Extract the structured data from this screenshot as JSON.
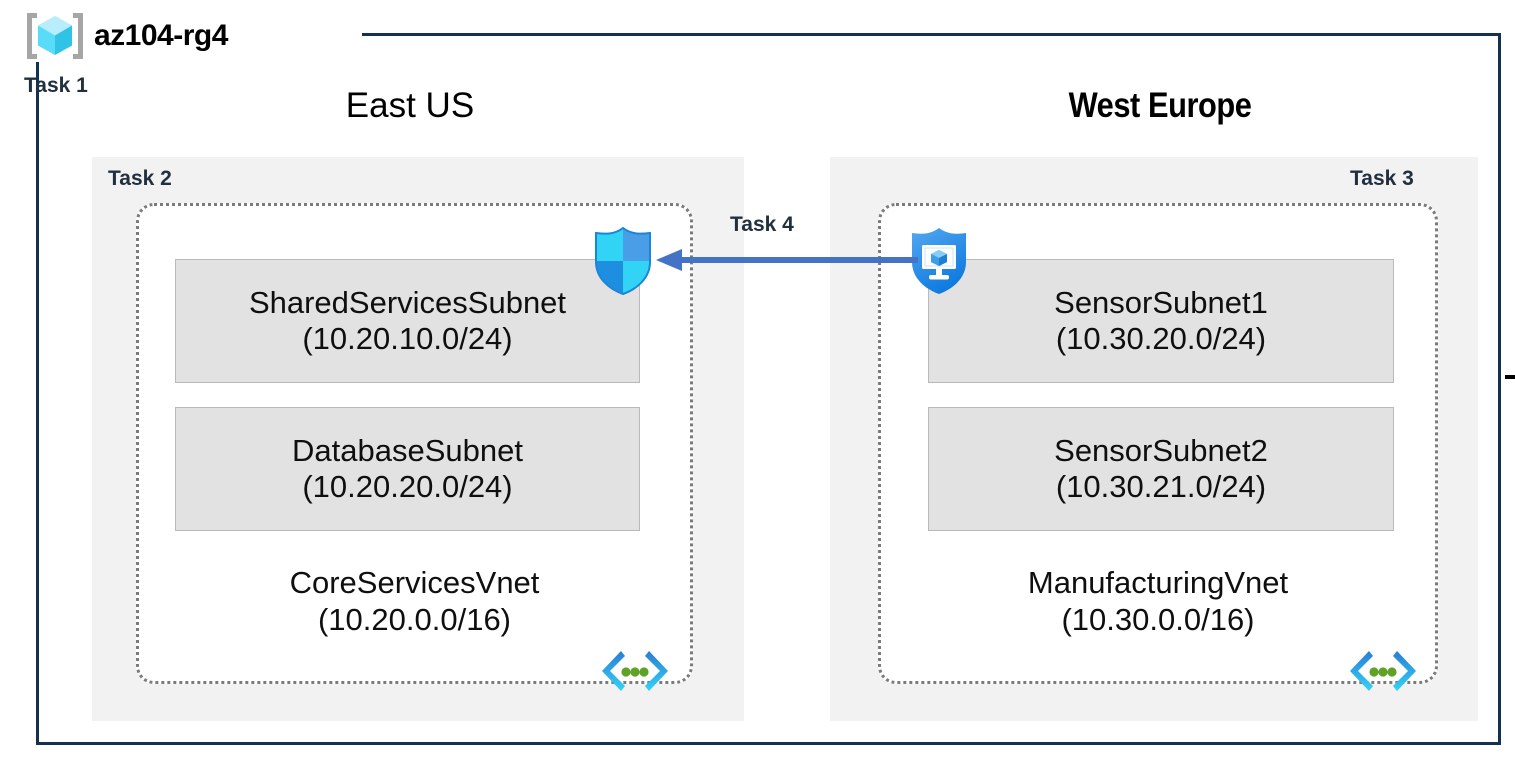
{
  "diagram": {
    "resource_group": {
      "name": "az104-rg4",
      "icon": "resource-group-cube-icon",
      "border_color": "#143250"
    },
    "tasks": {
      "task1": "Task 1",
      "task2": "Task 2",
      "task3": "Task 3",
      "task4": "Task 4"
    },
    "regions": [
      {
        "id": "east-us",
        "title": "East US",
        "task_tag": "Task 2",
        "vnet": {
          "name": "CoreServicesVnet",
          "cidr": "(10.20.0.0/16)",
          "icon": "vnet-brackets-icon",
          "subnets": [
            {
              "name": "SharedServicesSubnet",
              "cidr": "(10.20.10.0/24)"
            },
            {
              "name": "DatabaseSubnet",
              "cidr": "(10.20.20.0/24)"
            }
          ]
        },
        "badge_icon": "network-security-group-shield-icon"
      },
      {
        "id": "west-europe",
        "title": "West Europe",
        "task_tag": "Task 3",
        "vnet": {
          "name": "ManufacturingVnet",
          "cidr": "(10.30.0.0/16)",
          "icon": "vnet-brackets-icon",
          "subnets": [
            {
              "name": "SensorSubnet1",
              "cidr": "(10.30.20.0/24)"
            },
            {
              "name": "SensorSubnet2",
              "cidr": "(10.30.21.0/24)"
            }
          ]
        },
        "badge_icon": "vm-shield-peering-icon"
      }
    ],
    "connection": {
      "label": "Task 4",
      "direction": "right-to-left",
      "from": "west-europe",
      "to": "east-us",
      "color": "#4472c4"
    },
    "colors": {
      "frame": "#143250",
      "panel_fill": "#f2f2f2",
      "subnet_fill": "#e2e2e2",
      "subnet_border": "#b9b9b9",
      "vnet_border": "#7b7b7b",
      "task_text": "#21303f",
      "arrow": "#4472c4",
      "azure_cyan": "#32d4f5",
      "azure_blue": "#0078d4",
      "vnet_dot_green": "#5ea226"
    }
  }
}
